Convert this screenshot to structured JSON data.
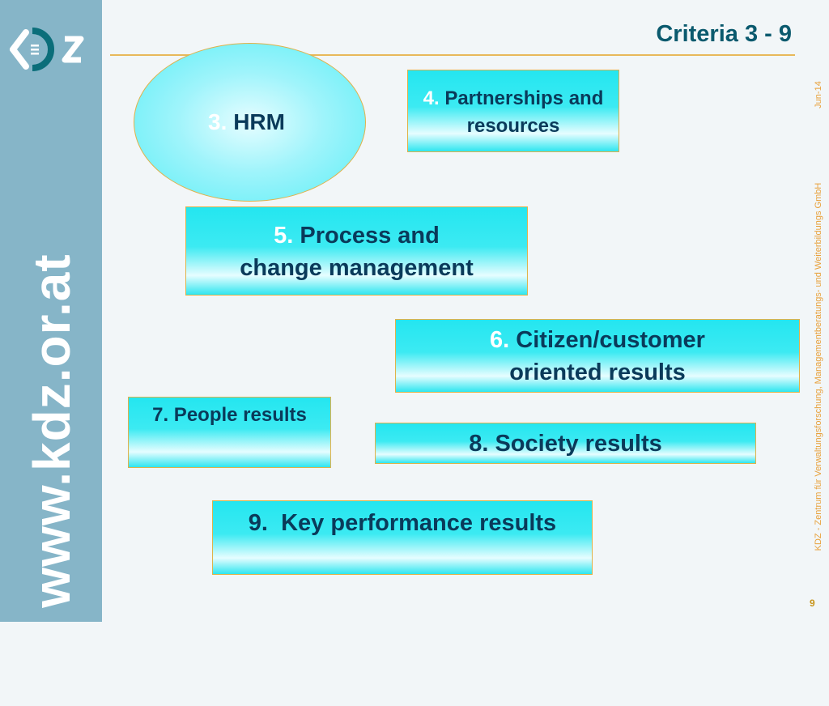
{
  "sidebar": {
    "url": "www.kdz.or.at"
  },
  "header": {
    "title": "Criteria 3 - 9"
  },
  "footer": {
    "date": "Jun-14",
    "company": "KDZ - Zentrum für Verwaltungsforschung, Managementberatungs- und Weiterbildungs GmbH",
    "page": "9"
  },
  "criteria": {
    "hrm": {
      "num": "3.",
      "label": "HRM"
    },
    "partnerships": {
      "num": "4.",
      "line1": "Partnerships and",
      "line2": "resources"
    },
    "process": {
      "num": "5.",
      "line1": "Process and",
      "line2": "change management"
    },
    "citizen": {
      "num": "6.",
      "line1": "Citizen/customer",
      "line2": "oriented results"
    },
    "people": {
      "label": "7. People results"
    },
    "society": {
      "label": "8. Society results"
    },
    "key": {
      "label": "9.  Key performance results"
    }
  },
  "colors": {
    "sidebar": "#86b5c8",
    "title": "#0b5a6e",
    "accent": "#e8b85a",
    "box": "#24e6f0"
  }
}
